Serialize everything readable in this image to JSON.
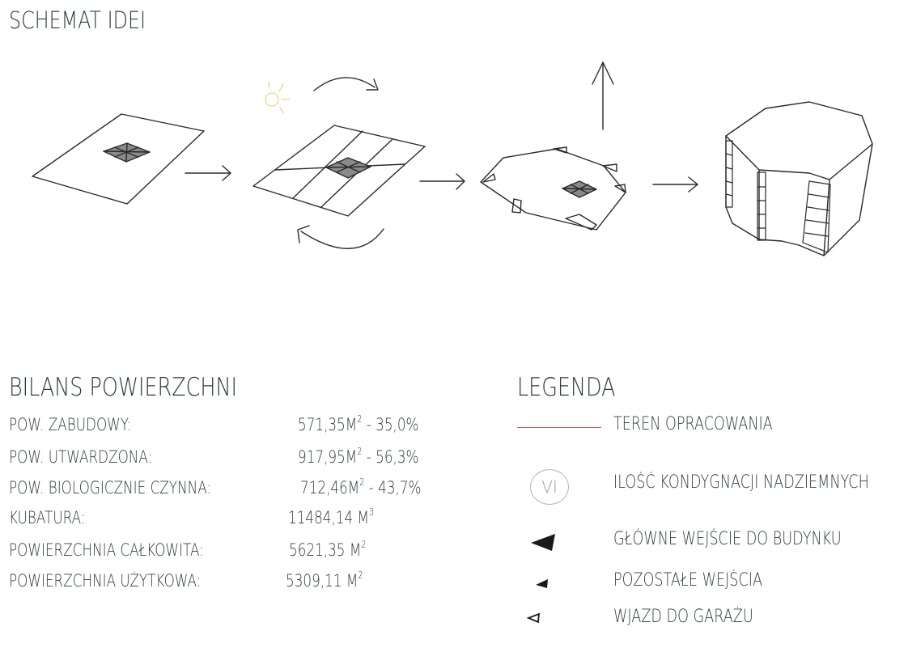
{
  "title": "SCHEMAT IDEI",
  "balance": {
    "heading": "BILANS POWIERZCHNI",
    "rows": [
      {
        "label": "POW. ZABUDOWY:",
        "value": "571,35M",
        "sup": "2",
        "suffix": " - 35,0%"
      },
      {
        "label": "POW. UTWARDZONA:",
        "value": "917,95M",
        "sup": "2",
        "suffix": " - 56,3%"
      },
      {
        "label": "POW. BIOLOGICZNIE CZYNNA:",
        "value": "712,46M",
        "sup": "2",
        "suffix": " - 43,7%"
      },
      {
        "label": "KUBATURA:",
        "value": "11484,14 M",
        "sup": "3",
        "suffix": ""
      },
      {
        "label": "POWIERZCHNIA CAŁKOWITA:",
        "value": "5621,35 M",
        "sup": "2",
        "suffix": ""
      },
      {
        "label": "POWIERZCHNIA UŻYTKOWA:",
        "value": "5309,11 M",
        "sup": "2",
        "suffix": ""
      }
    ]
  },
  "legend": {
    "heading": "LEGENDA",
    "items": [
      {
        "icon": "red-line-icon",
        "label": "TEREN OPRACOWANIA",
        "color": "#d9534f"
      },
      {
        "icon": "circle-numeral-icon",
        "icon_text": "VI",
        "label": "ILOŚĆ KONDYGNACJI NADZIEMNYCH"
      },
      {
        "icon": "large-filled-triangle-icon",
        "label": "GŁÓWNE WEJŚCIE DO BUDYNKU"
      },
      {
        "icon": "small-filled-triangle-icon",
        "label": "POZOSTAŁE WEJŚCIA"
      },
      {
        "icon": "outline-triangle-icon",
        "label": "WJAZD DO GARAŻU"
      }
    ]
  },
  "colors": {
    "text": "#2f3f37",
    "accent_red": "#d9534f",
    "sun": "#f2e6a0",
    "roof": "#8a8a8a"
  }
}
